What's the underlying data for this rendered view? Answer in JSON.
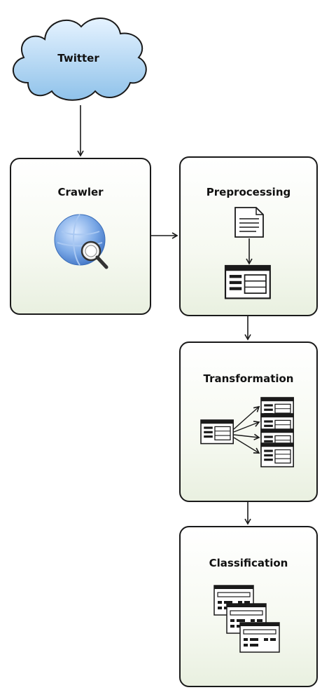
{
  "diagram": {
    "source": {
      "label": "Twitter",
      "shape": "cloud-icon",
      "fill": "#b9dcf6"
    },
    "nodes": [
      {
        "id": "crawler",
        "label": "Crawler",
        "icon": "globe-search-icon"
      },
      {
        "id": "preprocessing",
        "label": "Preprocessing",
        "icon": "document-to-table-icon"
      },
      {
        "id": "transformation",
        "label": "Transformation",
        "icon": "table-fanout-icon"
      },
      {
        "id": "classification",
        "label": "Classification",
        "icon": "stacked-forms-icon"
      }
    ],
    "edges": [
      {
        "from": "Twitter",
        "to": "crawler"
      },
      {
        "from": "crawler",
        "to": "preprocessing"
      },
      {
        "from": "preprocessing",
        "to": "transformation"
      },
      {
        "from": "transformation",
        "to": "classification"
      }
    ],
    "colors": {
      "stroke": "#1a1a1a",
      "box_fill_bottom": "#e9f0e0",
      "globe": "#6a9fe0"
    }
  }
}
